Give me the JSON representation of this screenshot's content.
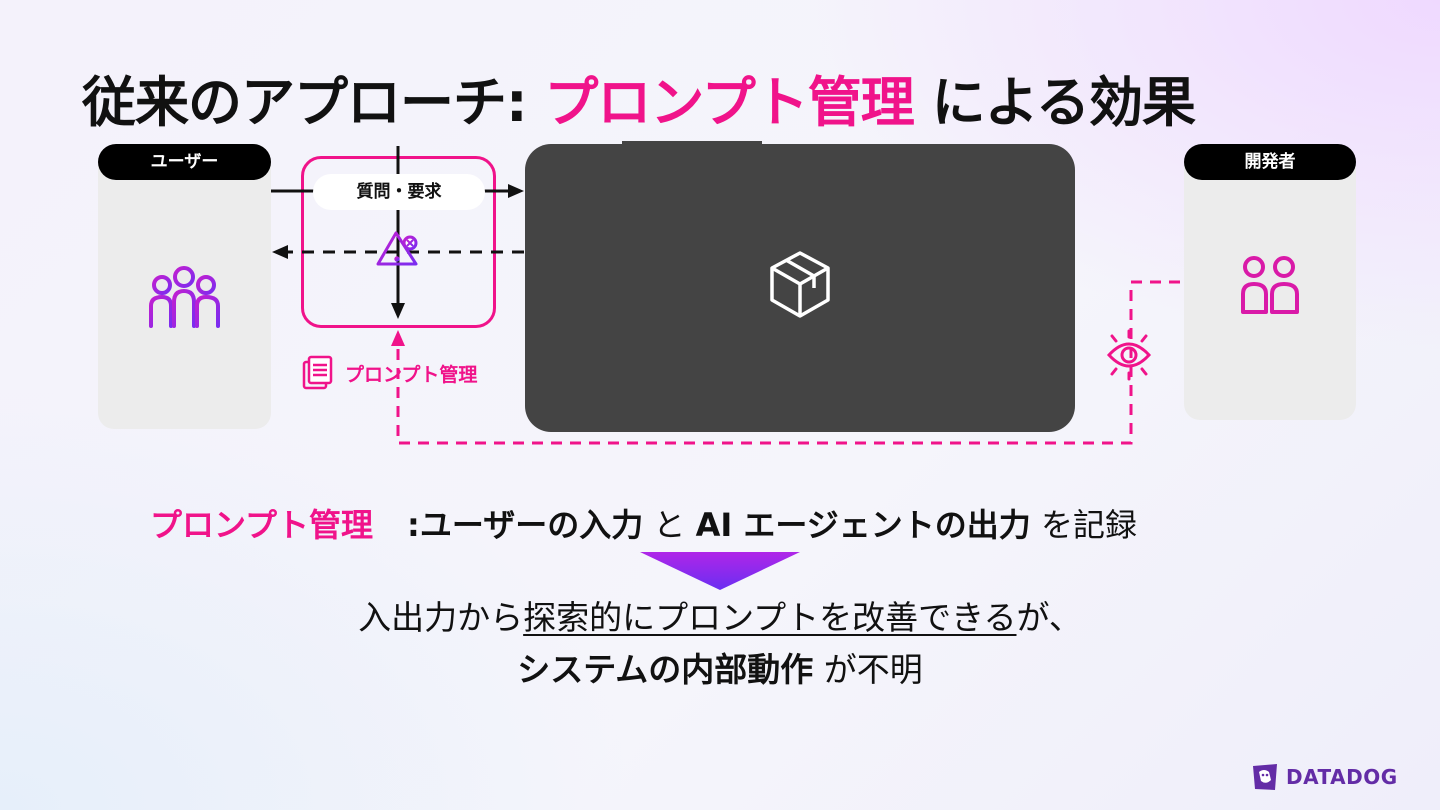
{
  "title": {
    "prefix": "従来のアプローチ: ",
    "accent": "プロンプト管理",
    "suffix": " による効果"
  },
  "diagram": {
    "user_pill": "ユーザー",
    "developer_pill": "開発者",
    "request_label": "質問・要求",
    "prompt_mgmt_label": "プロンプト管理",
    "icons": [
      "users-icon",
      "warning-icon",
      "document-icon",
      "package-icon",
      "eye-icon",
      "developers-icon"
    ],
    "colors": {
      "accent": "#f0138a",
      "purple": "#8a2be2",
      "agent_box": "#444444",
      "panel": "#ececec"
    }
  },
  "summary": {
    "term": "プロンプト管理",
    "colon": ":",
    "input": "ユーザーの入力",
    "and": " と ",
    "output": "AI エージェントの出力",
    "record": " を記録"
  },
  "conclusion": {
    "l1_prefix": "入出力から",
    "l1_underlined": "探索的にプロンプトを改善できる",
    "l1_suffix": "が、",
    "l2_bold": "システムの内部動作",
    "l2_suffix": " が不明"
  },
  "logo": {
    "text": "DATADOG"
  }
}
